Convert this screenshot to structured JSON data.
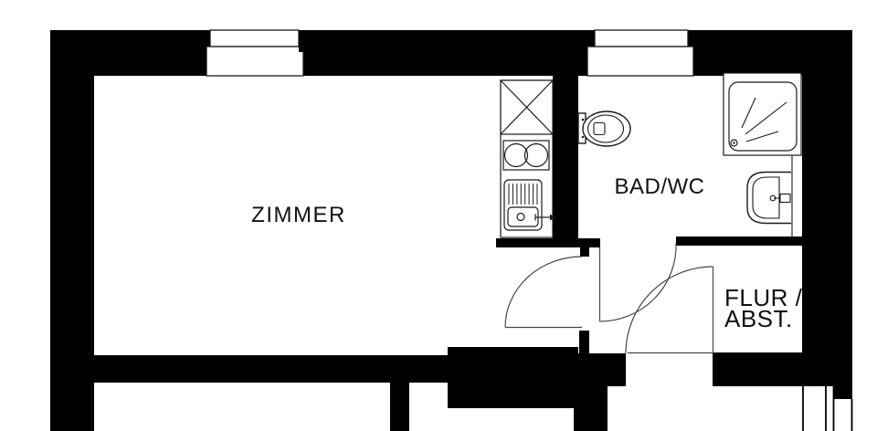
{
  "plan": {
    "rooms": {
      "zimmer": {
        "label": "ZIMMER"
      },
      "bad": {
        "label": "BAD/WC"
      },
      "flur": {
        "label_line1": "FLUR /",
        "label_line2": "ABST."
      }
    },
    "fixtures": {
      "kitchen_unit": "kitchenette",
      "stove": "stove-top-icon",
      "hotplates": "two-hotplates-icon",
      "kitchen_sink": "kitchen-sink-with-drainboard-icon",
      "toilet": "toilet-icon",
      "shower": "shower-tray-icon",
      "washbasin": "washbasin-icon"
    },
    "doors": [
      "zimmer-door",
      "bath-door",
      "entrance-door"
    ],
    "windows": [
      "zimmer-window",
      "bath-window",
      "lower-right-door"
    ],
    "colors": {
      "wall": "#000000",
      "background": "#ffffff",
      "outline": "#1a1a1a",
      "door_arc": "#474747"
    }
  }
}
